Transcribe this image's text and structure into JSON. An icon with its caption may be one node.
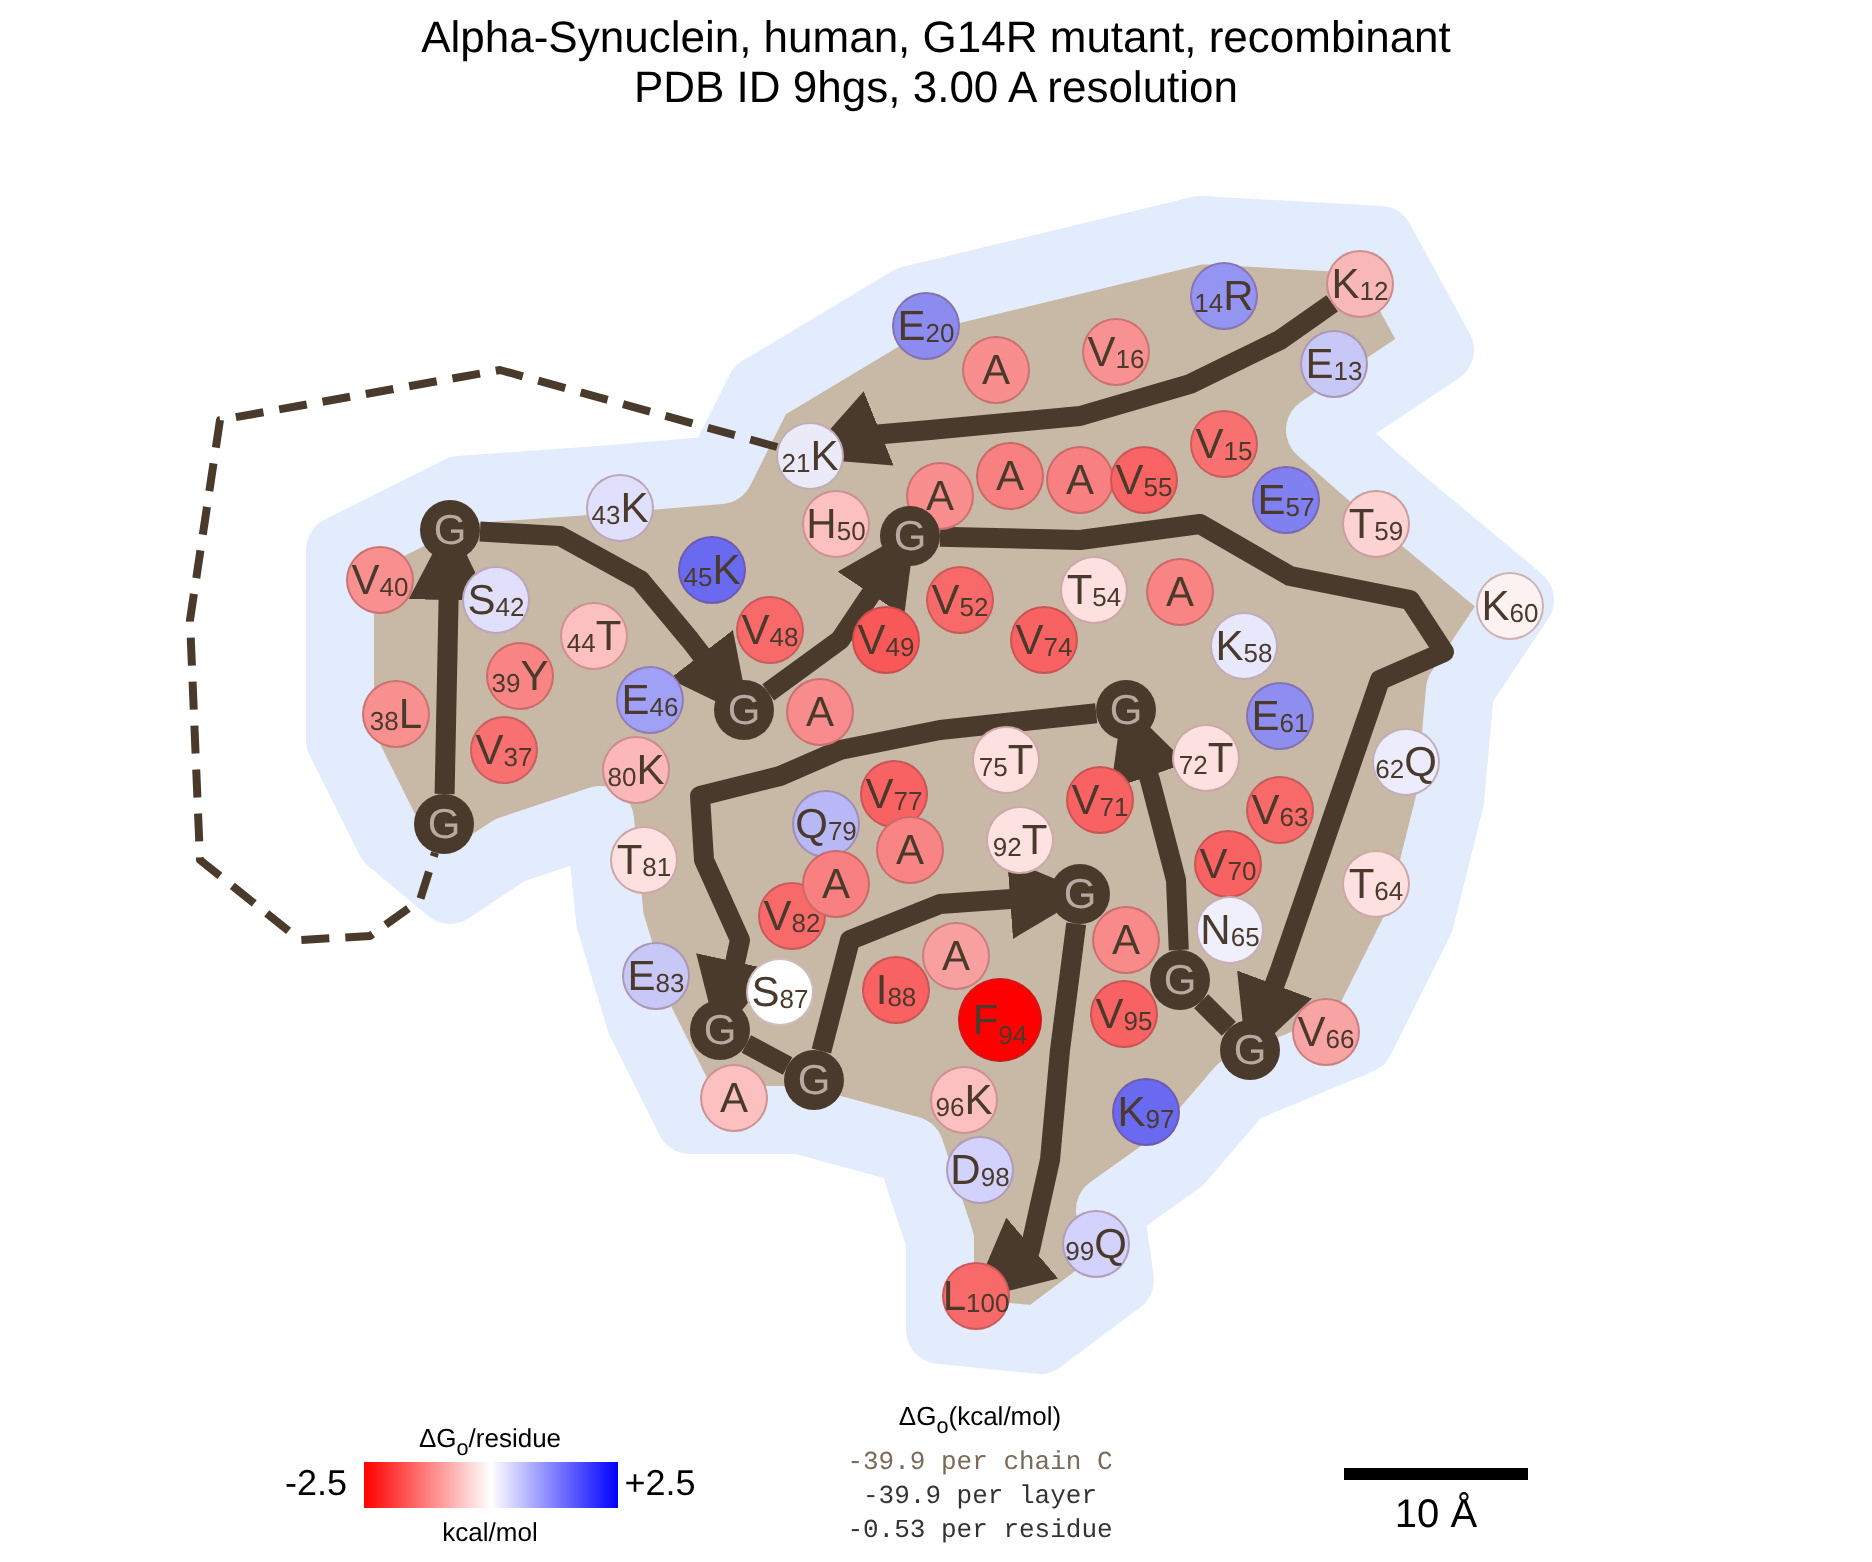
{
  "diagram": {
    "title": "Alpha-Synuclein, human, G14R mutant, recombinant PDB ID 9hgs, 3.00 A resolution",
    "nodes": [
      {
        "text": [
          "K",
          "12"
        ]
      },
      {
        "text": [
          "E",
          "13"
        ]
      },
      {
        "text": [
          "14",
          "R"
        ]
      },
      {
        "text": [
          "V",
          "15"
        ]
      },
      {
        "text": [
          "V",
          "16"
        ]
      },
      {
        "text": [
          "A"
        ]
      },
      {
        "text": [
          "E",
          "20"
        ]
      },
      {
        "text": [
          "21",
          "K"
        ]
      },
      {
        "text": [
          "A"
        ]
      },
      {
        "text": [
          "A"
        ]
      },
      {
        "text": [
          "A"
        ]
      },
      {
        "text": [
          "V",
          "55"
        ]
      },
      {
        "text": [
          "H",
          "50"
        ]
      },
      {
        "text": [
          "G"
        ]
      },
      {
        "text": [
          "E",
          "57"
        ]
      },
      {
        "text": [
          "T",
          "59"
        ]
      },
      {
        "text": [
          "K",
          "60"
        ]
      },
      {
        "text": [
          "T",
          "54"
        ]
      },
      {
        "text": [
          "A"
        ]
      },
      {
        "text": [
          "V",
          "52"
        ]
      },
      {
        "text": [
          "V",
          "74"
        ]
      },
      {
        "text": [
          "K",
          "58"
        ]
      },
      {
        "text": [
          "E",
          "61"
        ]
      },
      {
        "text": [
          "62",
          "Q"
        ]
      },
      {
        "text": [
          "G"
        ]
      },
      {
        "text": [
          "V",
          "40"
        ]
      },
      {
        "text": [
          "S",
          "42"
        ]
      },
      {
        "text": [
          "43",
          "K"
        ]
      },
      {
        "text": [
          "45",
          "K"
        ]
      },
      {
        "text": [
          "44",
          "T"
        ]
      },
      {
        "text": [
          "39",
          "Y"
        ]
      },
      {
        "text": [
          "38",
          "L"
        ]
      },
      {
        "text": [
          "V",
          "37"
        ]
      },
      {
        "text": [
          "G"
        ]
      },
      {
        "text": [
          "E",
          "46"
        ]
      },
      {
        "text": [
          "V",
          "48"
        ]
      },
      {
        "text": [
          "V",
          "49"
        ]
      },
      {
        "text": [
          "A"
        ]
      },
      {
        "text": [
          "G"
        ]
      },
      {
        "text": [
          "80",
          "K"
        ]
      },
      {
        "text": [
          "V",
          "77"
        ]
      },
      {
        "text": [
          "75",
          "T"
        ]
      },
      {
        "text": [
          "G"
        ]
      },
      {
        "text": [
          "72",
          "T"
        ]
      },
      {
        "text": [
          "V",
          "71"
        ]
      },
      {
        "text": [
          "V",
          "63"
        ]
      },
      {
        "text": [
          "V",
          "70"
        ]
      },
      {
        "text": [
          "Q",
          "79"
        ]
      },
      {
        "text": [
          "92",
          "T"
        ]
      },
      {
        "text": [
          "T",
          "81"
        ]
      },
      {
        "text": [
          "A"
        ]
      },
      {
        "text": [
          "V",
          "82"
        ]
      },
      {
        "text": [
          "A"
        ]
      },
      {
        "text": [
          "G"
        ]
      },
      {
        "text": [
          "T",
          "64"
        ]
      },
      {
        "text": [
          "N",
          "65"
        ]
      },
      {
        "text": [
          "E",
          "83"
        ]
      },
      {
        "text": [
          "A"
        ]
      },
      {
        "text": [
          "A"
        ]
      },
      {
        "text": [
          "S",
          "87"
        ]
      },
      {
        "text": [
          "I",
          "88"
        ]
      },
      {
        "text": [
          "F",
          "94"
        ]
      },
      {
        "text": [
          "V",
          "95"
        ]
      },
      {
        "text": [
          "G"
        ]
      },
      {
        "text": [
          "G"
        ]
      },
      {
        "text": [
          "V",
          "66"
        ]
      },
      {
        "text": [
          "G"
        ]
      },
      {
        "text": [
          "G"
        ]
      },
      {
        "text": [
          "A"
        ]
      },
      {
        "text": [
          "96",
          "K"
        ]
      },
      {
        "text": [
          "K",
          "97"
        ]
      },
      {
        "text": [
          "D",
          "98"
        ]
      },
      {
        "text": [
          "99",
          "Q"
        ]
      },
      {
        "text": [
          "L",
          "100"
        ]
      },
      {
        "text": [],
        "shape": "bar",
        "beside": [
          "ΔG$_{o}$/residue",
          "-2.5",
          "+2.5",
          "kcal/mol"
        ]
      }
    ],
    "edges": [
      {
        "from": 0,
        "to": 7,
        "arrow": "to"
      },
      {
        "from": 7,
        "to": 33,
        "arrow": "none",
        "style": "dashed"
      },
      {
        "from": 33,
        "to": 24,
        "arrow": "to"
      },
      {
        "from": 24,
        "to": 38,
        "arrow": "to"
      },
      {
        "from": 38,
        "to": 13,
        "arrow": "to"
      },
      {
        "from": 13,
        "to": 64,
        "arrow": "to"
      },
      {
        "from": 64,
        "to": 63,
        "arrow": "none"
      },
      {
        "from": 63,
        "to": 42,
        "arrow": "to"
      },
      {
        "from": 42,
        "to": 66,
        "arrow": "to"
      },
      {
        "from": 66,
        "to": 67,
        "arrow": "none"
      },
      {
        "from": 67,
        "to": 53,
        "arrow": "to"
      },
      {
        "from": 53,
        "to": 73,
        "arrow": "to"
      }
    ],
    "labels": [
      "ΔG$_{o}$(kcal/mol)",
      "-39.9 per chain C",
      "-39.9 per layer",
      "-0.53 per residue",
      "10 Å"
    ]
  }
}
